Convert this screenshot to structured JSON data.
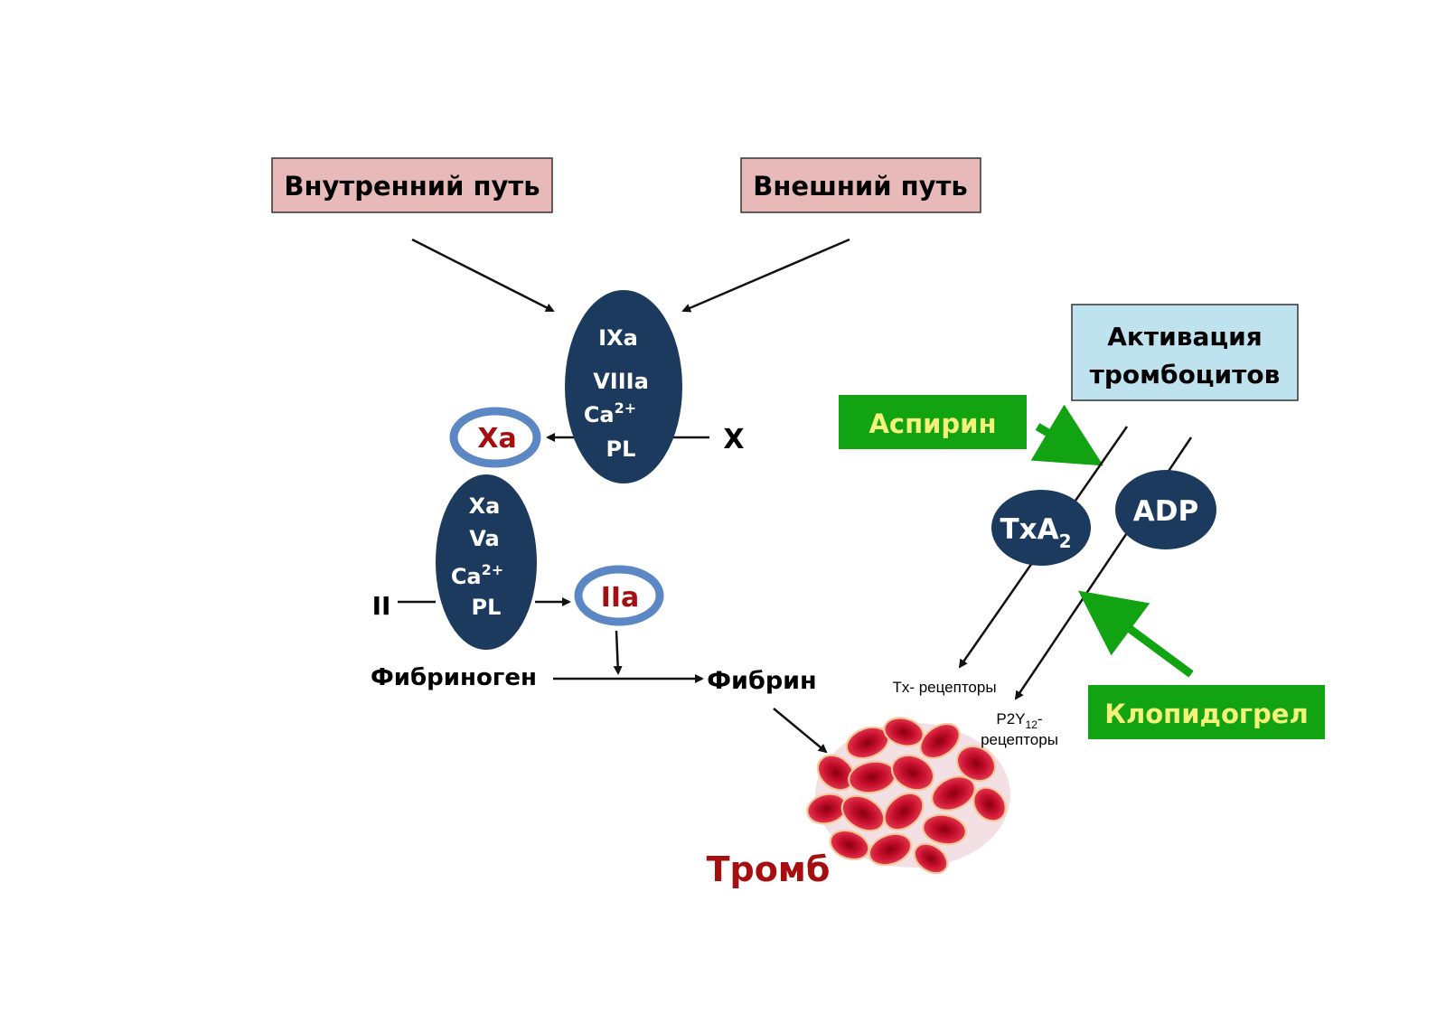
{
  "pathways": {
    "intrinsic": "Внутренний путь",
    "extrinsic": "Внешний путь"
  },
  "tenase_complex": {
    "line1": "IXa",
    "line2": "VIIIa",
    "line3_base": "Ca",
    "line3_sup": "2+",
    "line4": "PL"
  },
  "factor_x": "X",
  "factor_xa": "Xa",
  "prothrombinase_complex": {
    "line1": "Xa",
    "line2": "Va",
    "line3_base": "Ca",
    "line3_sup": "2+",
    "line4": "PL"
  },
  "factor_ii": "II",
  "factor_iia": "IIa",
  "fibrinogen": "Фибриноген",
  "fibrin": "Фибрин",
  "thrombus": "Тромб",
  "platelet_activation": {
    "line1": "Активация",
    "line2": "тромбоцитов"
  },
  "aspirin": "Аспирин",
  "clopidogrel": "Клопидогрел",
  "txa2": {
    "base": "TxA",
    "sub": "2"
  },
  "adp": "ADP",
  "tx_receptors": "Tx- рецепторы",
  "p2y12_receptors": {
    "base": "P2Y",
    "sub": "12",
    "suffix": "-",
    "line2": "рецепторы"
  },
  "colors": {
    "pathway_box_fill": "#e8b9b9",
    "complex_fill": "#1b3a5e",
    "ring_stroke": "#5b87c5",
    "active_factor_text": "#a50f0f",
    "drug_box_fill": "#11a311",
    "drug_text": "#f3f37a",
    "drug_arrow": "#11a311",
    "platelet_box_fill": "#bfe3ee",
    "thrombus_red": "#c8102e"
  }
}
